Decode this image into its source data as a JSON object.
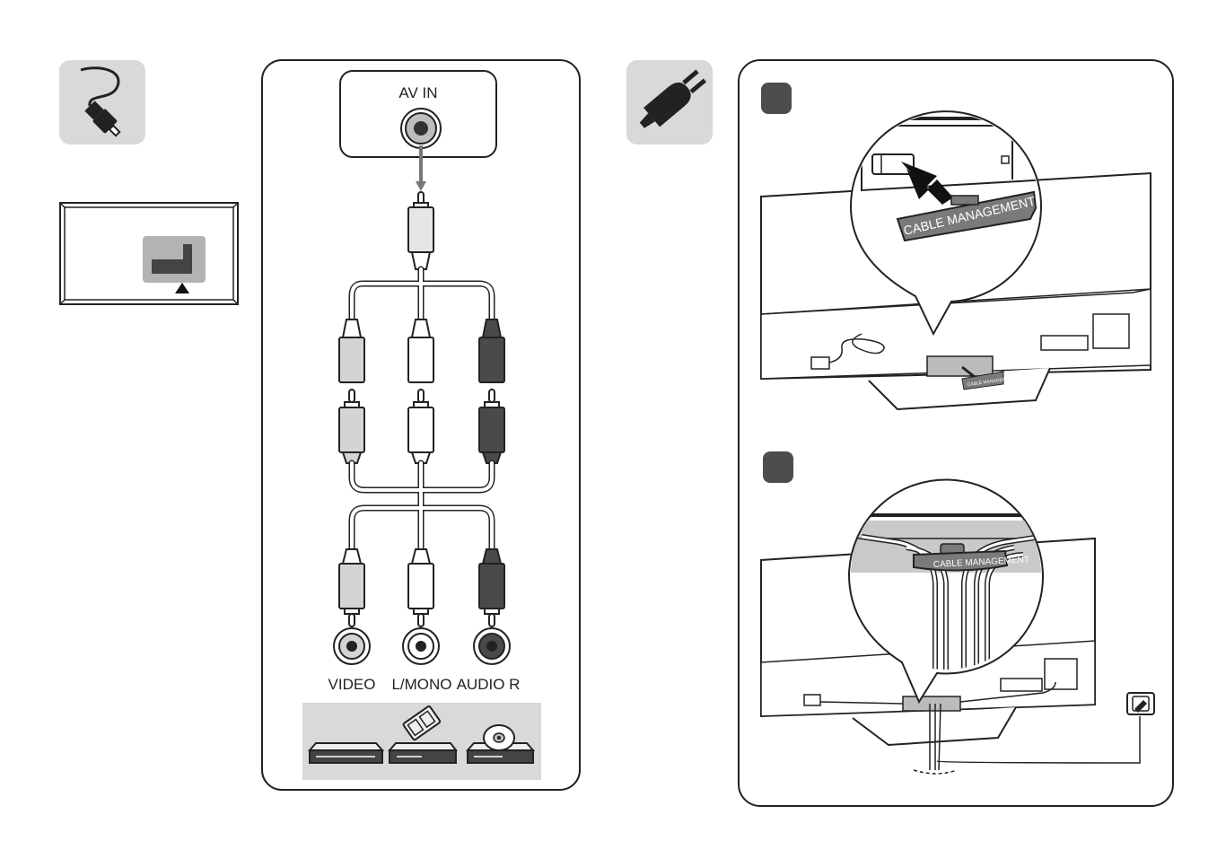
{
  "left_panel": {
    "port_label": "AV IN",
    "jack_labels": [
      "VIDEO",
      "L/MONO",
      "AUDIO R"
    ]
  },
  "right_panel": {
    "callout_top_label": "CABLE MANAGEMENT",
    "callout_bottom_label": "CABLE MANAGEMENT",
    "tiny_label": "CABLE MANAGEMENT"
  },
  "icons": {
    "cable": "av-cable-icon",
    "plug": "power-plug-icon",
    "devices": [
      "set-top-box-icon",
      "game-console-icon",
      "dvd-player-icon"
    ]
  },
  "colors": {
    "panel_stroke": "#222222",
    "icon_bg": "#d9d9d9",
    "video_plug": "#d4d4d4",
    "white_plug": "#ffffff",
    "red_plug": "#4a4a4a",
    "strip_fill": "#7a7a7a",
    "step_badge": "#4d4d4d"
  }
}
